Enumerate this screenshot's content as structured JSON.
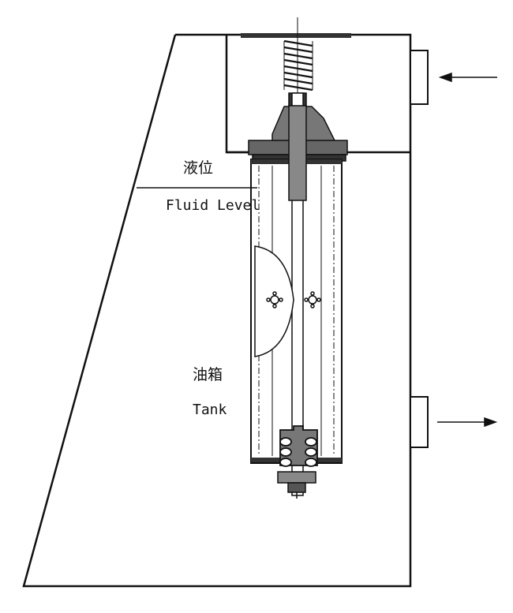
{
  "labels": {
    "fluid_level_cn": "液位",
    "fluid_level_en": "Fluid Level",
    "tank_cn": "油箱",
    "tank_en": "Tank"
  },
  "colors": {
    "line": "#111111",
    "fill_dark": "#333333",
    "fill_mid": "#777777",
    "background": "#ffffff"
  }
}
